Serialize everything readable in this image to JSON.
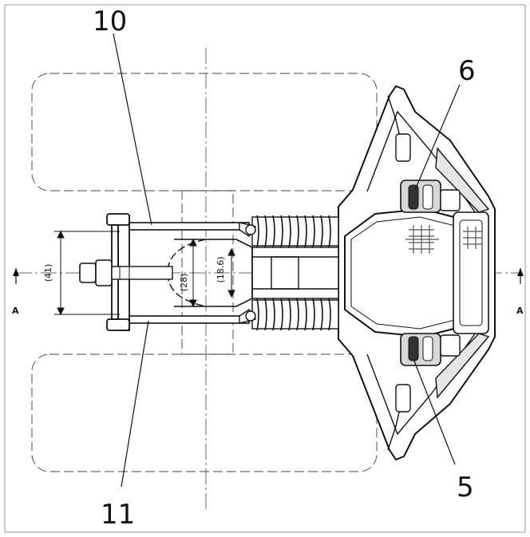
{
  "callouts": {
    "part_10": "10",
    "part_11": "11",
    "part_6": "6",
    "part_5": "5"
  },
  "dimensions": {
    "dim_41": "(41)",
    "dim_28": "(28)",
    "dim_18_6": "(18.6)"
  },
  "section": {
    "left": "A",
    "right": "A"
  },
  "colors": {
    "line": "#111111",
    "hidden": "#6a6a6a",
    "fill_gray": "#d8d8d8",
    "fill_dark": "#333333"
  }
}
